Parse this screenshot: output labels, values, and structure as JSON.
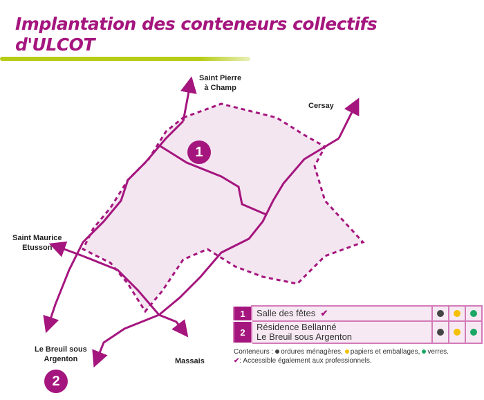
{
  "title_line1": "Implantation des conteneurs collectifs",
  "title_line2": "d'ULCOT",
  "places": {
    "saint_pierre_1": "Saint Pierre",
    "saint_pierre_2": "à Champ",
    "cersay": "Cersay",
    "saint_maurice_1": "Saint Maurice",
    "saint_maurice_2": "Etusson",
    "le_breuil_1": "Le Breuil sous",
    "le_breuil_2": "Argenton",
    "massais": "Massais"
  },
  "markers": [
    "1",
    "2"
  ],
  "sites": [
    {
      "num": "1",
      "name_line1": "Salle des fêtes",
      "name_line2": "",
      "pro": "✔"
    },
    {
      "num": "2",
      "name_line1": "Résidence Bellanné",
      "name_line2": "Le Breuil sous Argenton"
    }
  ],
  "colors": {
    "accent": "#a5157e",
    "ordures": "#444444",
    "papiers": "#f5c000",
    "verres": "#1aa865",
    "zone": "#f3e6f0",
    "green_line": "#b6cc16"
  },
  "legend": {
    "prefix": "Conteneurs :",
    "ordures": "ordures ménagères,",
    "papiers": "papiers et emballages,",
    "verres": "verres.",
    "check": "✔",
    "pro": ": Accessible également aux professionnels."
  }
}
